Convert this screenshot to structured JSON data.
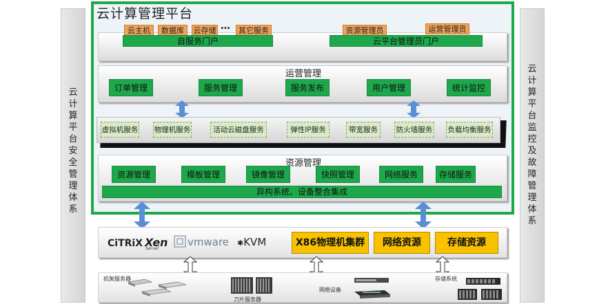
{
  "left_pillar": {
    "text": "云计算平台安全管理体系"
  },
  "right_pillar": {
    "text": "云计算平台监控及故障管理体系"
  },
  "platform": {
    "title": "云计算管理平台",
    "portal_band": {
      "self_service": {
        "tags": [
          "云主机",
          "数据库",
          "云存储",
          "其它服务"
        ],
        "ellipsis": "…",
        "label": "自服务门户"
      },
      "admin": {
        "tags": [
          "资源管理员",
          "运营管理员"
        ],
        "label": "云平台管理员门户"
      }
    },
    "operations": {
      "label": "运营管理",
      "items": [
        "订单管理",
        "服务管理",
        "服务发布",
        "用户管理",
        "统计监控"
      ]
    },
    "services": {
      "items": [
        "虚拟机服务",
        "物理机服务",
        "活动云磁盘服务",
        "弹性IP服务",
        "带宽服务",
        "防火墙服务",
        "负载均衡服务"
      ]
    },
    "resources": {
      "label": "资源管理",
      "items": [
        "资源管理",
        "模板管理",
        "镜像管理",
        "快照管理",
        "网络服务",
        "存储服务"
      ],
      "integration": "异构系统、设备整合集成"
    }
  },
  "virtualization": {
    "citrix": "CiTRiX",
    "xen": "Xen",
    "xen_sub": "Server",
    "vmware": "vmware",
    "kvm": "KVM",
    "resource_blocks": [
      "X86物理机集群",
      "网络资源",
      "存储资源"
    ]
  },
  "hardware": {
    "rack_label": "机架服务器",
    "blade_label": "刀片服务器",
    "network_label": "网络设备",
    "storage_label": "存储系统"
  },
  "colors": {
    "green": "#1ea84c",
    "orange": "#f0a25a",
    "yellow": "#f8c200",
    "arrow": "#5b8fd4"
  }
}
